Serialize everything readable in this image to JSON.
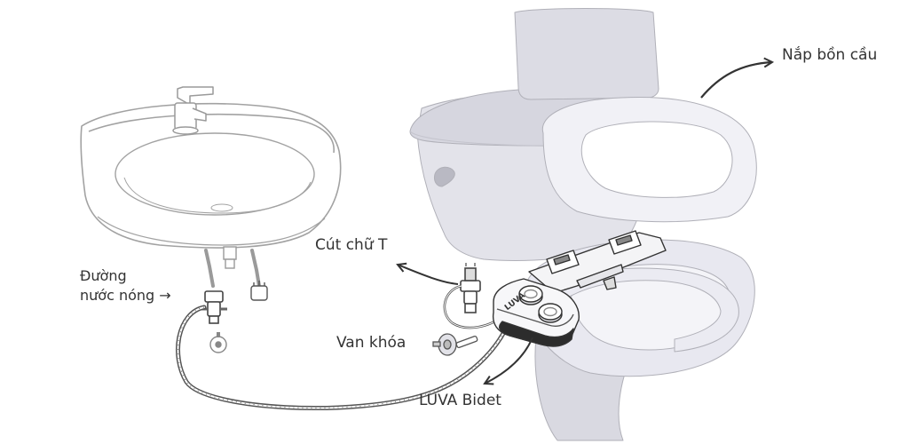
{
  "labels": {
    "toilet_lid": "Nắp bồn cầu",
    "tee_fitting": "Cút chữ T",
    "hot_water_line_1": "Đường",
    "hot_water_line_2": "nước nóng →",
    "shutoff_valve": "Van khóa",
    "bidet": "LUVA Bidet"
  },
  "bidet_brand_mark": "LUVA",
  "colors": {
    "outline": "#9a9a9a",
    "toilet_fill": "#e4e4ec",
    "toilet_shade": "#d3d3dd",
    "bidet_body": "#f4f4f6",
    "arrow": "#333333",
    "text": "#333333"
  }
}
